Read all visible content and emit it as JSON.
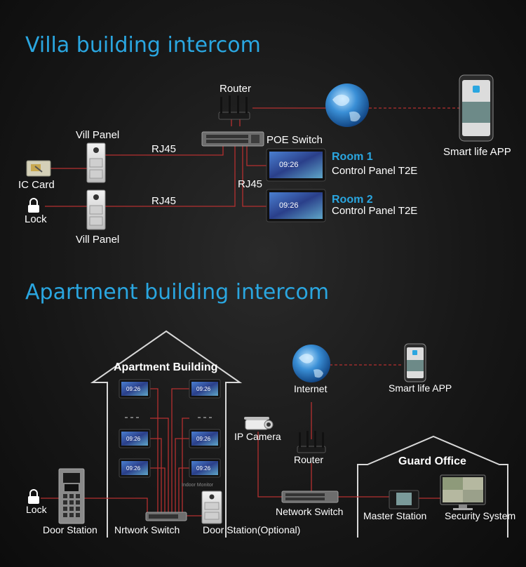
{
  "villa": {
    "title": "Villa building intercom",
    "router": "Router",
    "poe_switch": "POE Switch",
    "smart_app": "Smart life APP",
    "vill_panel_top": "Vill Panel",
    "vill_panel_bottom": "Vill Panel",
    "ic_card": "IC Card",
    "lock": "Lock",
    "rj45_top": "RJ45",
    "rj45_bottom": "RJ45",
    "rj45_right": "RJ45",
    "room1": "Room 1",
    "room1_panel": "Control Panel T2E",
    "room2": "Room 2",
    "room2_panel": "Control Panel T2E",
    "screen_time": "09:26"
  },
  "apartment": {
    "title": "Apartment building intercom",
    "building": "Apartment Building",
    "internet": "Internet",
    "smart_app": "Smart life APP",
    "ip_camera": "IP Camera",
    "router": "Router",
    "guard_office": "Guard Office",
    "network_switch": "Network Switch",
    "master_station": "Master Station",
    "security_system": "Security System",
    "lock": "Lock",
    "door_station": "Door Station",
    "nrtwork_switch": "Nrtwork Switch",
    "door_station_optional": "Door Station(Optional)",
    "indoor_monitor": "Indoor Monitor",
    "screen_time": "09:26"
  },
  "colors": {
    "accent": "#2aa6e0",
    "wire": "#b53030",
    "background": "#181818"
  }
}
